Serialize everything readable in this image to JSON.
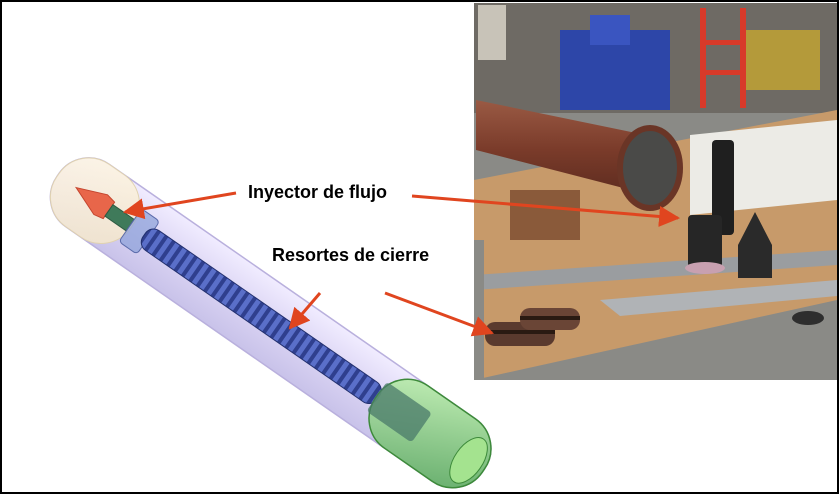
{
  "labels": {
    "injector": "Inyector de flujo",
    "springs": "Resortes de cierre"
  },
  "colors": {
    "border": "#000000",
    "arrow": "#e0451f",
    "tube_glass": "#cdc4ee",
    "spring": "#3a4fa3",
    "end_cap": "#7bd36a",
    "injector_tip": "#e8664a",
    "pipe": "#7a3b2a",
    "floor": "#c79a6a"
  },
  "icons": [
    "cutaway-tube-illustration",
    "workshop-photo"
  ]
}
